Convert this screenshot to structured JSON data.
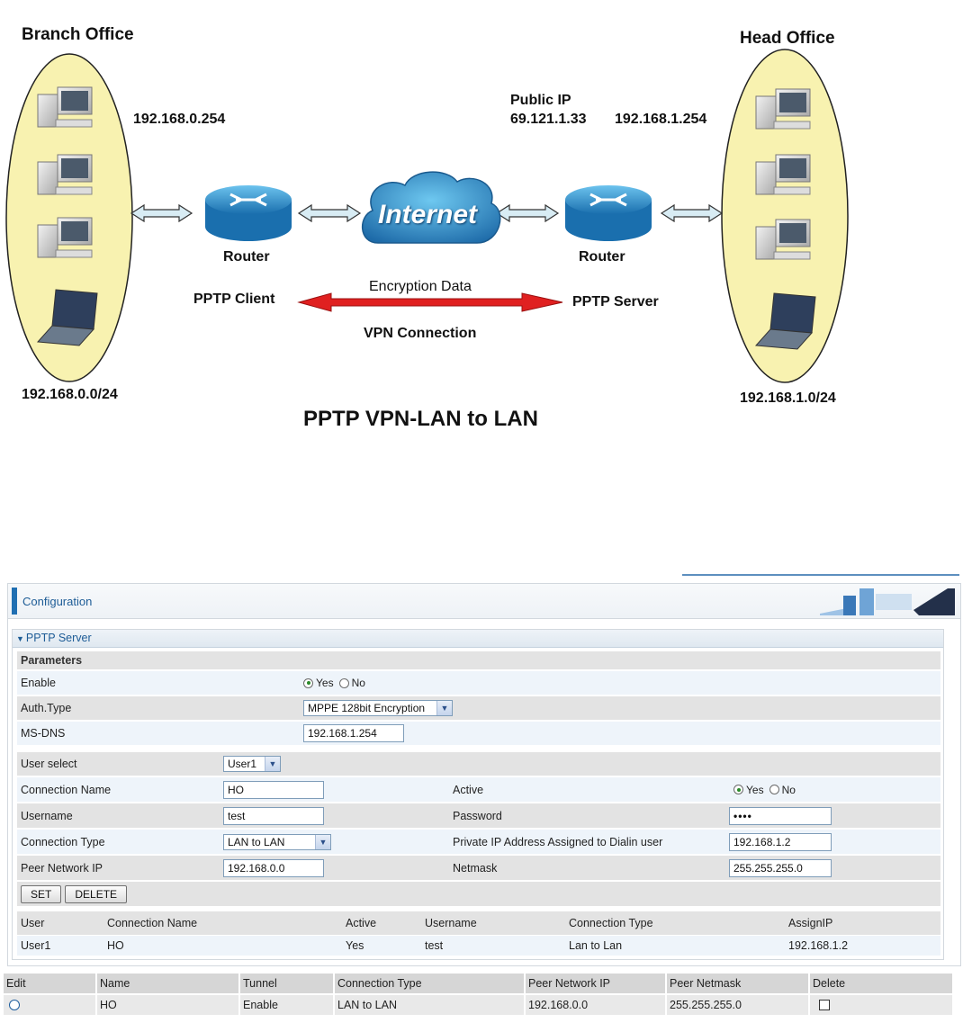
{
  "diagram": {
    "branch_title": "Branch Office",
    "head_title": "Head Office",
    "branch_lan_ip": "192.168.0.254",
    "branch_subnet": "192.168.0.0/24",
    "public_ip_label": "Public IP",
    "public_ip": "69.121.1.33",
    "head_lan_ip": "192.168.1.254",
    "head_subnet": "192.168.1.0/24",
    "router_left": "Router",
    "router_right": "Router",
    "internet": "Internet",
    "encryption_data": "Encryption Data",
    "pptp_client": "PPTP Client",
    "pptp_server": "PPTP Server",
    "vpn_connection": "VPN Connection",
    "caption": "PPTP VPN-LAN to LAN"
  },
  "config": {
    "title": "Configuration",
    "section_title": "PPTP Server",
    "parameters_label": "Parameters",
    "enable_label": "Enable",
    "enable_yes": "Yes",
    "enable_no": "No",
    "auth_label": "Auth.Type",
    "auth_value": "MPPE 128bit Encryption",
    "msdns_label": "MS-DNS",
    "msdns_value": "192.168.1.254",
    "user_select_label": "User select",
    "user_select_value": "User1",
    "conn_name_label": "Connection Name",
    "conn_name_value": "HO",
    "active_label": "Active",
    "active_yes": "Yes",
    "active_no": "No",
    "username_label": "Username",
    "username_value": "test",
    "password_label": "Password",
    "password_value": "••••",
    "conn_type_label": "Connection Type",
    "conn_type_value": "LAN to LAN",
    "private_ip_label": "Private IP Address Assigned to Dialin user",
    "private_ip_value": "192.168.1.2",
    "peer_ip_label": "Peer Network IP",
    "peer_ip_value": "192.168.0.0",
    "netmask_label": "Netmask",
    "netmask_value": "255.255.255.0",
    "set_button": "SET",
    "delete_button": "DELETE",
    "users_table": {
      "headers": [
        "User",
        "Connection Name",
        "Active",
        "Username",
        "Connection Type",
        "AssignIP"
      ],
      "rows": [
        [
          "User1",
          "HO",
          "Yes",
          "test",
          "Lan to Lan",
          "192.168.1.2"
        ]
      ]
    }
  },
  "tunnels_table": {
    "headers": [
      "Edit",
      "Name",
      "Tunnel",
      "Connection Type",
      "Peer Network IP",
      "Peer Netmask",
      "Delete"
    ],
    "rows": [
      [
        "",
        "HO",
        "Enable",
        "LAN to LAN",
        "192.168.0.0",
        "255.255.255.0",
        ""
      ]
    ]
  },
  "colors": {
    "accent": "#1d5c96",
    "zone": "#f8f2b0",
    "router": "#2a8fc8",
    "vpn_arrow": "#e02020"
  }
}
